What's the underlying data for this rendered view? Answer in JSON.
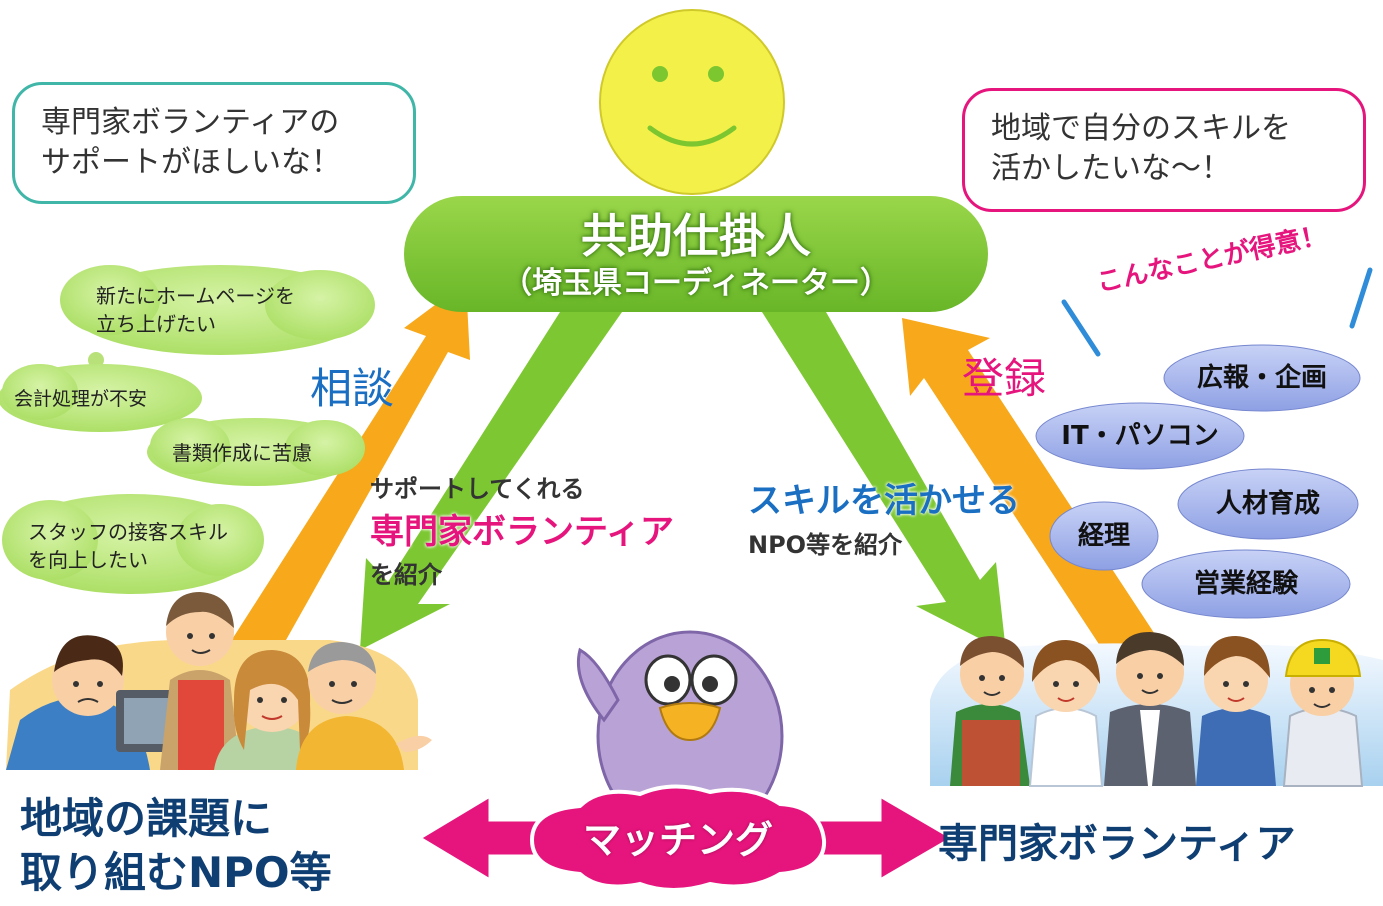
{
  "coordinator": {
    "title": "共助仕掛人",
    "subtitle": "（埼玉県コーディネーター）"
  },
  "npo_bubble": {
    "line1": "専門家ボランティアの",
    "line2": "サポートがほしいな！"
  },
  "volunteer_bubble": {
    "line1": "地域で自分のスキルを",
    "line2": "活かしたいな～！"
  },
  "npo_concerns": [
    {
      "line1": "新たにホームページを",
      "line2": "立ち上げたい"
    },
    {
      "line1": "会計処理が不安"
    },
    {
      "line1": "書類作成に苦慮"
    },
    {
      "line1": "スタッフの接客スキル",
      "line2": "を向上したい"
    }
  ],
  "arrows": {
    "consult": "相談",
    "register": "登録"
  },
  "introduce_volunteer": {
    "line1": "サポートしてくれる",
    "line2": "専門家ボランティア",
    "line3": "を紹介"
  },
  "introduce_npo": {
    "line1": "スキルを活かせる",
    "line2": "NPO等を紹介"
  },
  "strengths_heading": "こんなことが得意！",
  "skills": [
    "広報・企画",
    "IT・パソコン",
    "人材育成",
    "経理",
    "営業経験"
  ],
  "npo_label": {
    "line1": "地域の課題に",
    "line2": "取り組むNPO等"
  },
  "volunteer_label": "専門家ボランティア",
  "matching": "マッチング",
  "colors": {
    "green": "#7dc832",
    "orange": "#f7a81b",
    "pink": "#e6157d",
    "blue": "#1a6fc2",
    "navy": "#0f3e73",
    "skill_pill": "#a9b8ee",
    "face": "#f3f04a"
  }
}
